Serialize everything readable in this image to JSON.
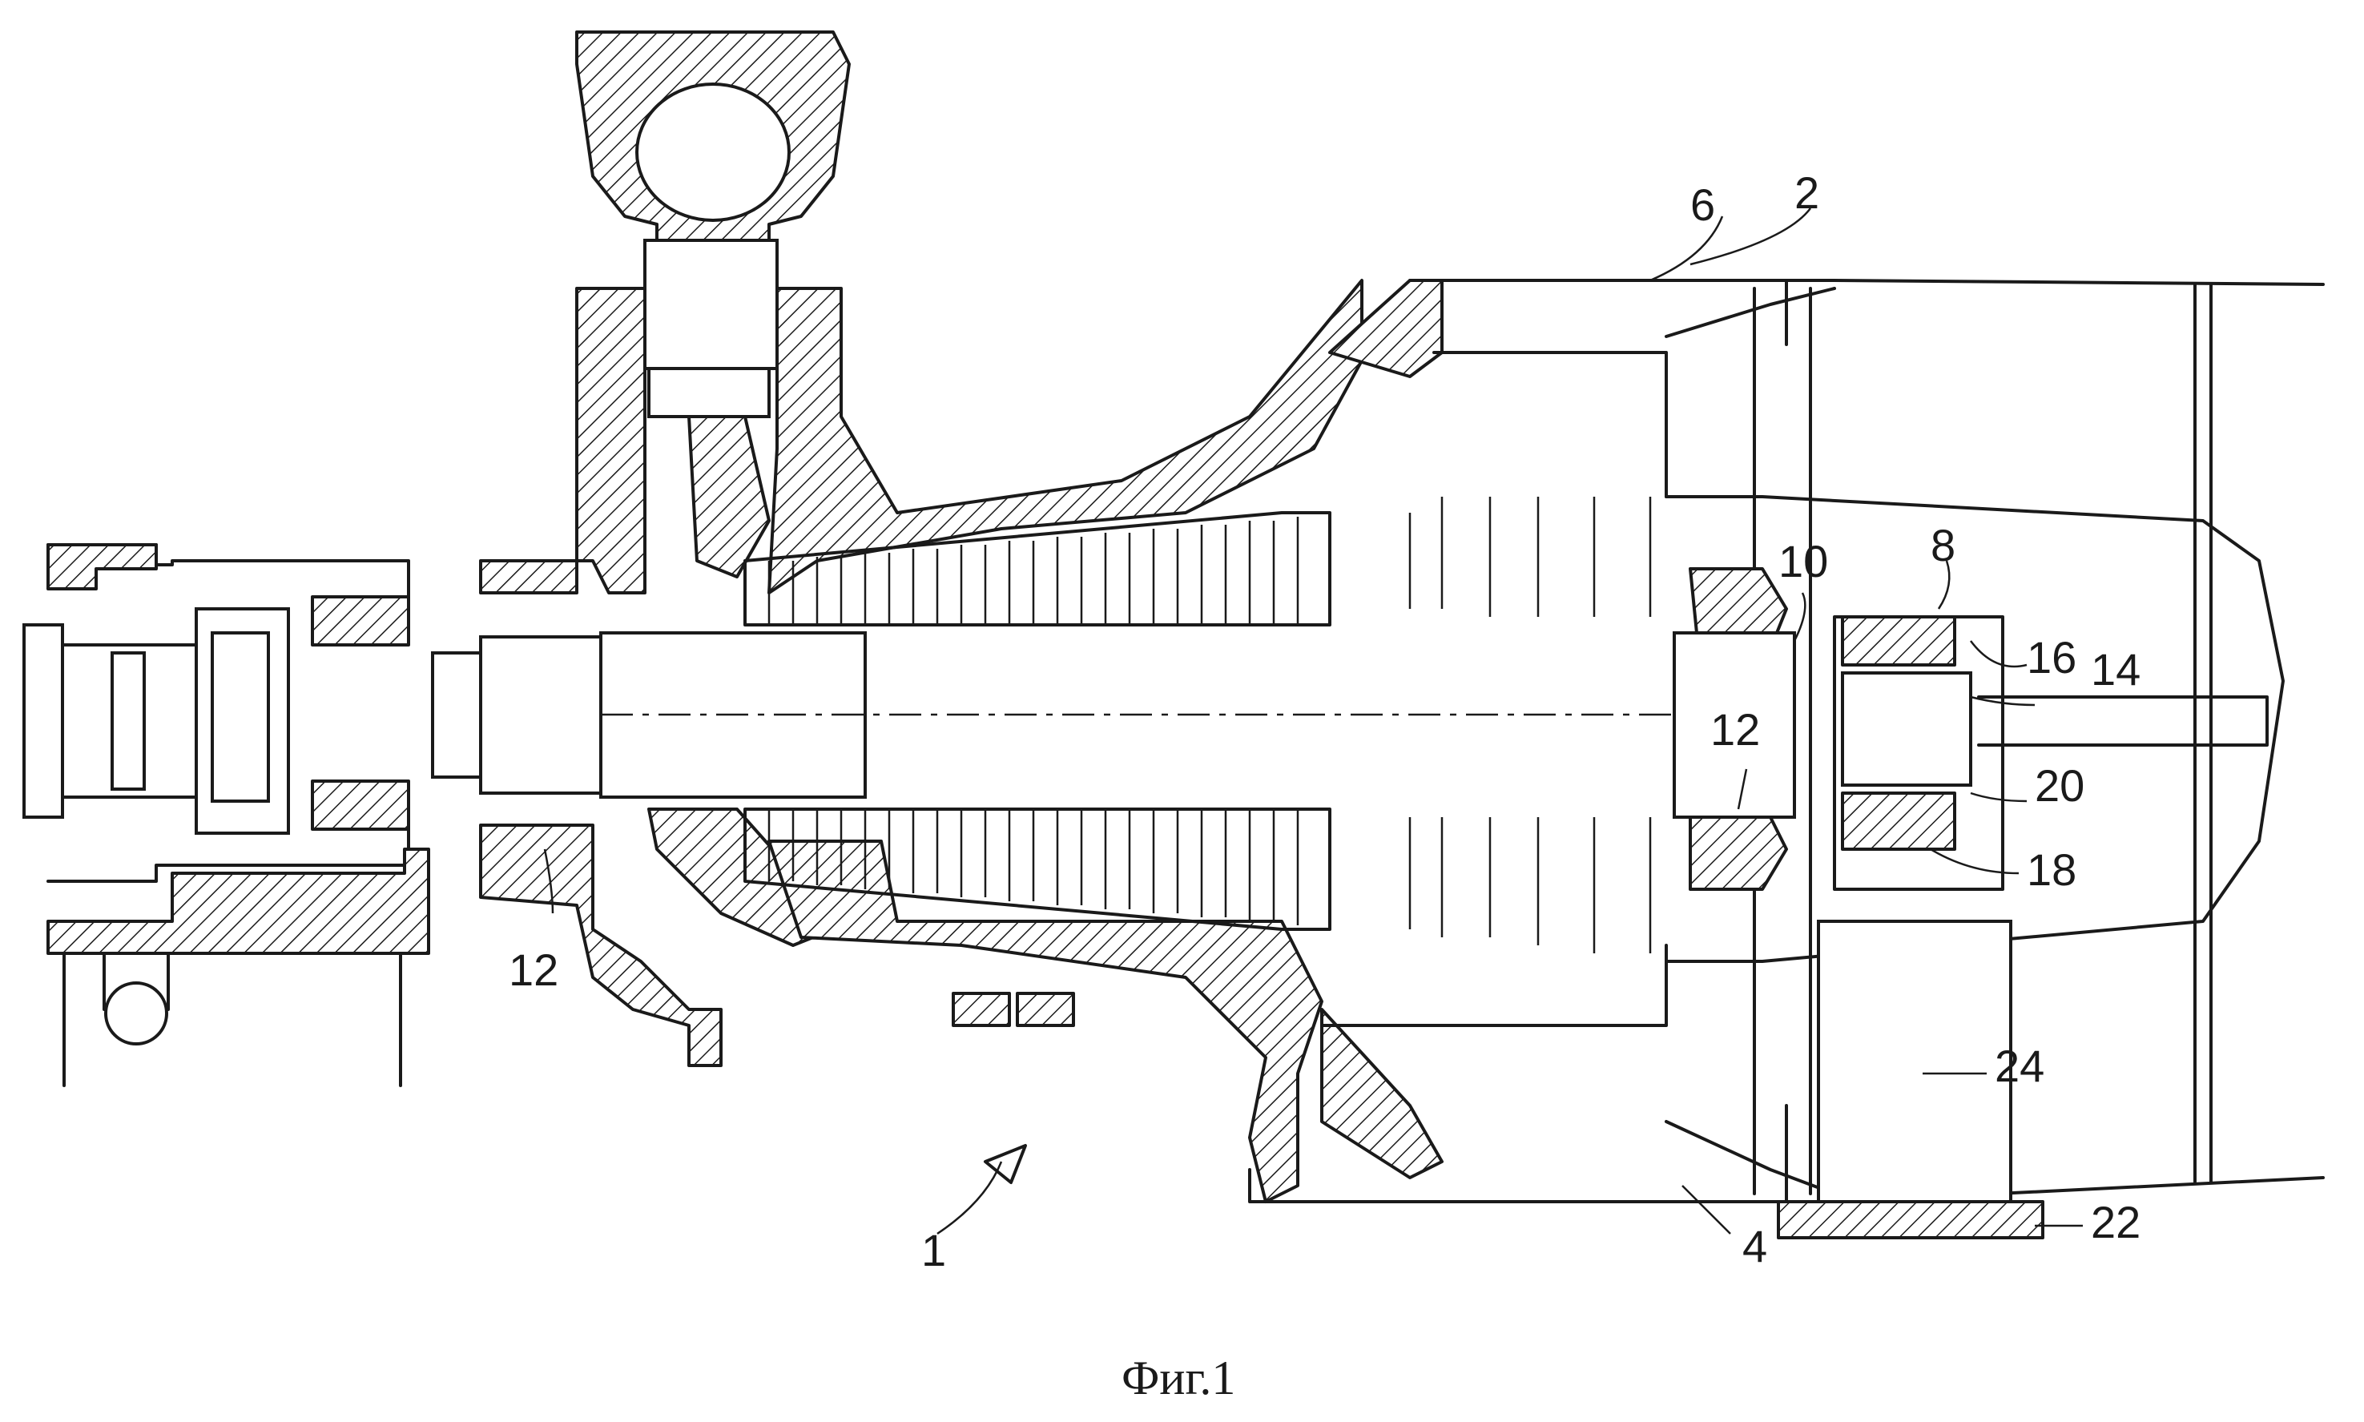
{
  "figure": {
    "caption": "Фиг.1",
    "labels": {
      "l1": "1",
      "l2": "2",
      "l4": "4",
      "l6": "6",
      "l8": "8",
      "l10": "10",
      "l12a": "12",
      "l12b": "12",
      "l14": "14",
      "l16": "16",
      "l18": "18",
      "l20": "20",
      "l22": "22",
      "l24": "24"
    }
  }
}
